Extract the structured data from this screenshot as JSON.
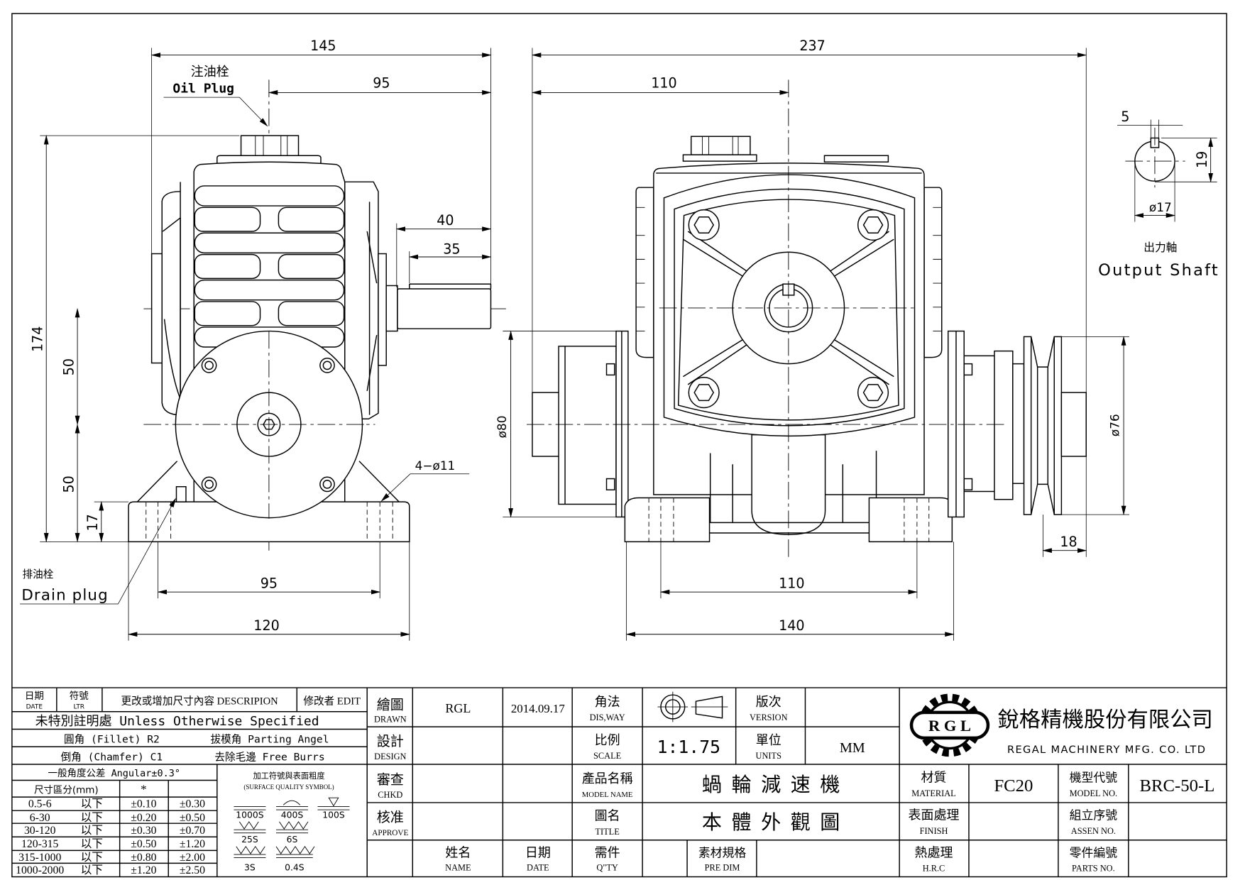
{
  "left_view": {
    "oil_plug_zh": "注油栓",
    "oil_plug_en": "Oil Plug",
    "drain_plug_zh": "排油栓",
    "drain_plug_en": "Drain plug",
    "dims": {
      "overall_length": "145",
      "oil_plug_offset": "95",
      "shaft_length": "40",
      "key_length": "35",
      "height": "174",
      "upper_center": "50",
      "lower_center": "50",
      "base_thickness": "17",
      "bolt_spacing": "95",
      "base_width": "120",
      "mount_holes": "4−ø11"
    }
  },
  "front_view": {
    "dims": {
      "overall_length": "237",
      "center_offset": "110",
      "motor_flange_dia": "ø80",
      "pulley_dia": "ø76",
      "pulley_width": "18",
      "bolt_spacing": "110",
      "base_length": "140"
    }
  },
  "output_shaft": {
    "key_width": "5",
    "key_height": "19",
    "diameter": "ø17",
    "label_zh": "出力軸",
    "label_en": "Output Shaft"
  },
  "title_block": {
    "revision": {
      "date_zh": "日期",
      "date_en": "DATE",
      "ltr_zh": "符號",
      "ltr_en": "LTR",
      "description": "更改或增加尺寸內容 DESCRIPION",
      "editor": "修改者 EDIT"
    },
    "unless": "未特別註明處 Unless Otherwise Specified",
    "fillet": "圓角 (Fillet) R2",
    "parting": "拔模角 Parting Angel",
    "chamfer": "倒角 (Chamfer) C1",
    "burrs": "去除毛邊 Free Burrs",
    "angular": "一般角度公差 Angular±0.3°",
    "tol_header": [
      "尺寸區分(mm)",
      "*",
      ""
    ],
    "tol_rows": [
      [
        "0.5-6",
        "以下",
        "±0.10",
        "±0.30"
      ],
      [
        "6-30",
        "以下",
        "±0.20",
        "±0.50"
      ],
      [
        "30-120",
        "以下",
        "±0.30",
        "±0.70"
      ],
      [
        "120-315",
        "以下",
        "±0.50",
        "±1.20"
      ],
      [
        "315-1000",
        "以下",
        "±0.80",
        "±2.00"
      ],
      [
        "1000-2000",
        "以下",
        "±1.20",
        "±2.50"
      ]
    ],
    "surface": {
      "title": "加工符號與表面粗度",
      "subtitle": "(SURFACE QUALITY SYMBOL)",
      "symbols": [
        "1000S",
        "400S",
        "100S",
        "25S",
        "6S",
        "3S",
        "0.4S"
      ]
    },
    "roles": [
      {
        "zh": "繪圖",
        "en": "DRAWN",
        "name": "RGL",
        "date": "2014.09.17"
      },
      {
        "zh": "設計",
        "en": "DESIGN"
      },
      {
        "zh": "審查",
        "en": "CHKD"
      },
      {
        "zh": "核准",
        "en": "APPROVE"
      }
    ],
    "footer": {
      "name_zh": "姓名",
      "name_en": "NAME",
      "date_zh": "日期",
      "date_en": "DATE",
      "qty_zh": "需件",
      "qty_en": "Q\"TY",
      "predim_zh": "素材規格",
      "predim_en": "PRE DIM"
    },
    "projection": {
      "zh": "角法",
      "en": "DIS,WAY"
    },
    "scale": {
      "zh": "比例",
      "en": "SCALE",
      "value": "1:1.75"
    },
    "version": {
      "zh": "版次",
      "en": "VERSION",
      "value": ""
    },
    "units": {
      "zh": "單位",
      "en": "UNITS",
      "value": "MM"
    },
    "model_name": {
      "zh": "產品名稱",
      "en": "MODEL NAME",
      "value": "蝸輪減速機"
    },
    "title": {
      "zh": "圖名",
      "en": "TITLE",
      "value": "本體外觀圖"
    },
    "company": {
      "logo": "R G L",
      "name_zh": "銳格精機股份有限公司",
      "name_en": "REGAL MACHINERY MFG. CO. LTD"
    },
    "material": {
      "zh": "材質",
      "en": "MATERIAL",
      "value": "FC20"
    },
    "model_no": {
      "zh": "機型代號",
      "en": "MODEL NO.",
      "value": "BRC-50-L"
    },
    "finish": {
      "zh": "表面處理",
      "en": "FINISH"
    },
    "assen_no": {
      "zh": "組立序號",
      "en": "ASSEN NO."
    },
    "hrc": {
      "zh": "熱處理",
      "en": "H.R.C"
    },
    "parts_no": {
      "zh": "零件編號",
      "en": "PARTS NO."
    }
  }
}
